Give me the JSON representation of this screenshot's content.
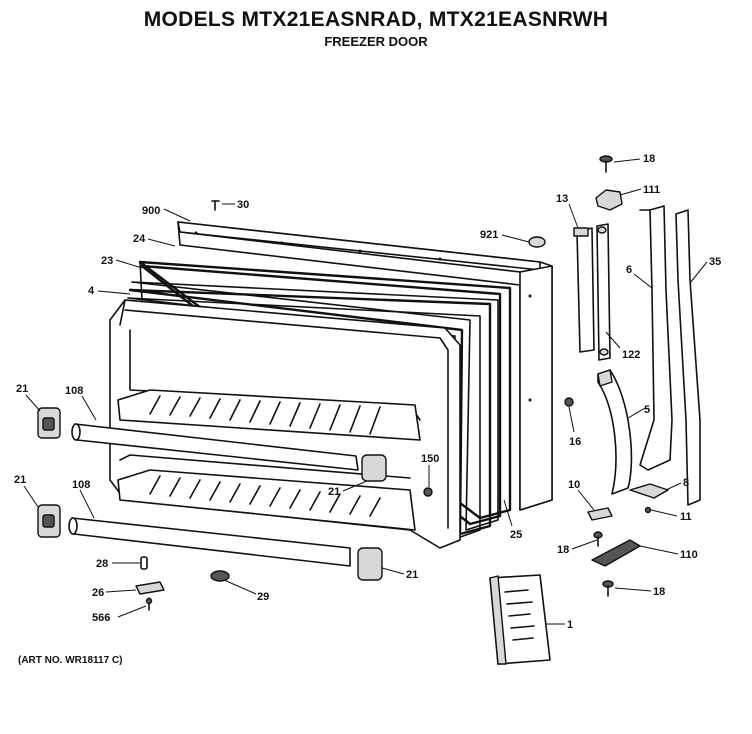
{
  "header": {
    "title": "MODELS MTX21EASNRAD, MTX21EASNRWH",
    "subtitle": "FREEZER DOOR"
  },
  "footer": {
    "art_number": "(ART NO. WR18117 C)"
  },
  "callouts": {
    "p900": "900",
    "p30": "30",
    "p24": "24",
    "p23": "23",
    "p4": "4",
    "p921": "921",
    "p13": "13",
    "p18a": "18",
    "p111": "111",
    "p6": "6",
    "p35": "35",
    "p122": "122",
    "p21a": "21",
    "p108a": "108",
    "p16": "16",
    "p5": "5",
    "p150": "150",
    "p21b": "21",
    "p21c": "21",
    "p108b": "108",
    "p10": "10",
    "p8": "8",
    "p11": "11",
    "p25": "25",
    "p18b": "18",
    "p110": "110",
    "p28": "28",
    "p21d": "21",
    "p26": "26",
    "p29": "29",
    "p18c": "18",
    "p566": "566",
    "p1": "1"
  }
}
